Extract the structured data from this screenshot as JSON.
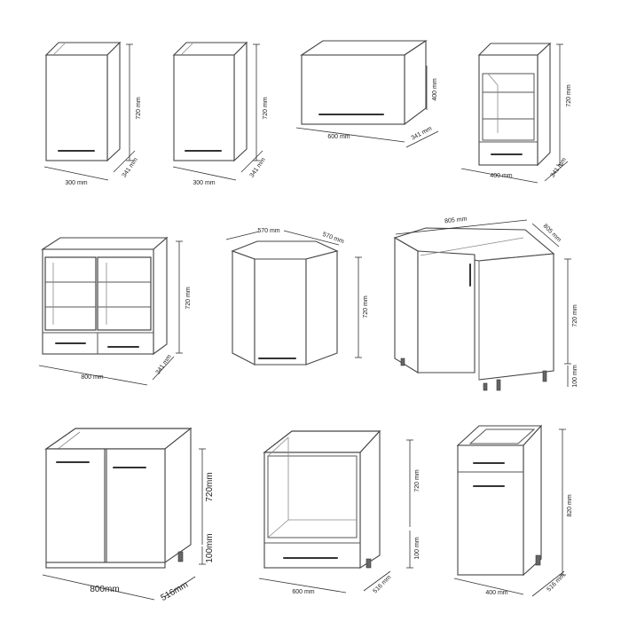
{
  "cabinets": [
    {
      "id": "wall-300-a",
      "width": "300 mm",
      "height": "720 mm",
      "depth": "341 mm"
    },
    {
      "id": "wall-300-b",
      "width": "300 mm",
      "height": "720 mm",
      "depth": "341 mm"
    },
    {
      "id": "wall-600-top",
      "width": "600 mm",
      "height": "400 mm",
      "depth": "341 mm"
    },
    {
      "id": "wall-400-open",
      "width": "400 mm",
      "height": "720 mm",
      "depth": "341 mm"
    },
    {
      "id": "wall-800-glass",
      "width": "800 mm",
      "height": "720 mm",
      "depth": "341 mm"
    },
    {
      "id": "wall-corner",
      "side_a": "570 mm",
      "side_b": "570 mm",
      "height": "720 mm"
    },
    {
      "id": "base-corner",
      "side_a": "805 mm",
      "side_b": "805 mm",
      "height": "720 mm",
      "legs": "100 mm"
    },
    {
      "id": "base-sink-800",
      "width": "800mm",
      "height": "720mm",
      "legs": "100mm",
      "depth": "516mm"
    },
    {
      "id": "base-oven-600",
      "width": "600 mm",
      "height": "720 mm",
      "legs": "100 mm",
      "depth": "516 mm"
    },
    {
      "id": "base-drawer-400",
      "width": "400 mm",
      "height": "820 mm",
      "depth": "516 mm"
    }
  ]
}
